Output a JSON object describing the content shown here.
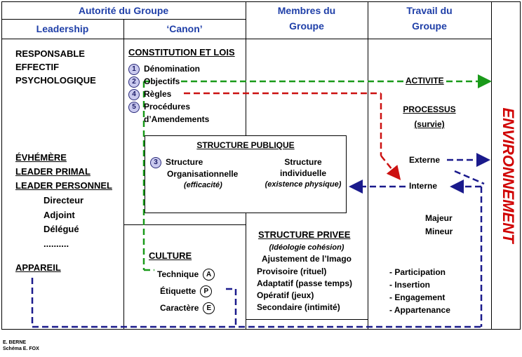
{
  "headers": {
    "autorite": "Autorité du Groupe",
    "leadership": "Leadership",
    "canon": "‘Canon’",
    "membres_line1": "Membres du",
    "membres_line2": "Groupe",
    "travail_line1": "Travail du",
    "travail_line2": "Groupe"
  },
  "leadership": {
    "items_top": [
      "RESPONSABLE",
      "EFFECTIF",
      "PSYCHOLOGIQUE"
    ],
    "items_mid": [
      "ÉVHÉMÈRE",
      "LEADER PRIMAL",
      "LEADER PERSONNEL"
    ],
    "sub_items": [
      "Directeur",
      "Adjoint",
      "Délégué",
      ".........."
    ],
    "appareil": "APPAREIL"
  },
  "constitution": {
    "title": "CONSTITUTION ET LOIS",
    "items": [
      {
        "num": "1",
        "label": "Dénomination"
      },
      {
        "num": "2",
        "label": "Objectifs"
      },
      {
        "num": "4",
        "label": "Règles"
      },
      {
        "num": "5",
        "label": "Procédures"
      },
      {
        "num": "",
        "label": "d’Amendements"
      }
    ]
  },
  "structure_publique": {
    "title": "STRUCTURE PUBLIQUE",
    "num": "3",
    "org_line1": "Structure",
    "org_line2": "Organisationnelle",
    "org_note": "(efficacité)",
    "ind_line1": "Structure",
    "ind_line2": "individuelle",
    "ind_note": "(existence physique)"
  },
  "culture": {
    "title": "CULTURE",
    "items": [
      {
        "label": "Technique",
        "letter": "A"
      },
      {
        "label": "Étiquette",
        "letter": "P"
      },
      {
        "label": "Caractère",
        "letter": "E"
      }
    ]
  },
  "structure_privee": {
    "title": "STRUCTURE PRIVEE",
    "subtitle": "(Idéologie cohésion)",
    "line2": "Ajustement de l’Imago",
    "items": [
      "Provisoire (rituel)",
      "Adaptatif (passe temps)",
      "Opératif (jeux)",
      "Secondaire (intimité)"
    ]
  },
  "travail": {
    "activite": "ACTIVITE",
    "processus": "PROCESSUS",
    "survie": "(survie)",
    "externe": "Externe",
    "interne": "Interne",
    "majeur": "Majeur",
    "mineur": "Mineur",
    "list": [
      "- Participation",
      "- Insertion",
      "- Engagement",
      "- Appartenance"
    ]
  },
  "environnement": "ENVIRONNEMENT",
  "credits": {
    "line1": "E. BERNE",
    "line2": "Schéma E. FOX"
  },
  "colors": {
    "header_blue": "#1f3fa8",
    "env_red": "#d00000",
    "green_arrow": "#1a9a1a",
    "red_arrow": "#cc1111",
    "blue_arrow": "#1a1a8c"
  }
}
